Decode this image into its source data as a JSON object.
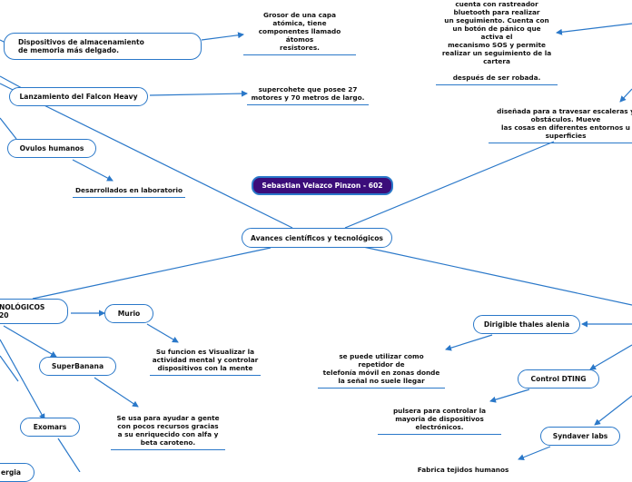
{
  "colors": {
    "accent": "#2a78c9",
    "title_fill": "#3b0d7a",
    "title_text": "#ffffff"
  },
  "title": "Sebastian Velazco Pinzon - 602",
  "center": "Avances científicos y tecnológicos",
  "nodes": {
    "dispositivos": "Dispositivos de almacenamiento de memoria más delgado.",
    "falcon": "Lanzamiento del Falcon Heavy",
    "ovulos": "Ovulos humanos",
    "tecnologicos": "NOLÓGICOS\n20",
    "murio": "Murio",
    "superbanana": "SuperBanana",
    "exomars": "Exomars",
    "energia": "ergia",
    "dirigible": "Dirigible thales alenia",
    "control": "Control DTING",
    "syndaver": "Syndaver labs"
  },
  "notes": {
    "grosor": "Grosor de una capa\natómica, tiene\ncomponentes llamado\nátomos\nresistores.",
    "supercohete": "supercohete que posee 27\nmotores y 70 metros de largo.",
    "laboratorio": "Desarrollados en laboratorio",
    "rastreador": "cuenta con rastreador\nbluetooth para realizar\nun seguimiento. Cuenta con\nun botón de pánico que\nactiva el\nmecanismo SOS y permite\nrealizar un seguimiento de la\ncartera\n\ndespués de ser robada.",
    "escaleras": "diseñada para a travesar escaleras y\nobstáculos. Mueve\nlas cosas en diferentes entornos u\nsuperficies",
    "murio_desc": "Su funcion es Visualizar la\nactividad mental y controlar\ndispositivos con la mente",
    "banana_desc": "Se usa para ayudar a gente\ncon pocos recursos gracias\na su  enriquecido con alfa y\nbeta caroteno.",
    "telefonia": "se puede utilizar como\nrepetidor de\ntelefonía móvil en zonas donde\nla señal no suele llegar",
    "pulsera": "pulsera para controlar la\nmayoria de dispositivos\nelectrónicos.",
    "tejidos": "Fabrica tejidos humanos"
  }
}
